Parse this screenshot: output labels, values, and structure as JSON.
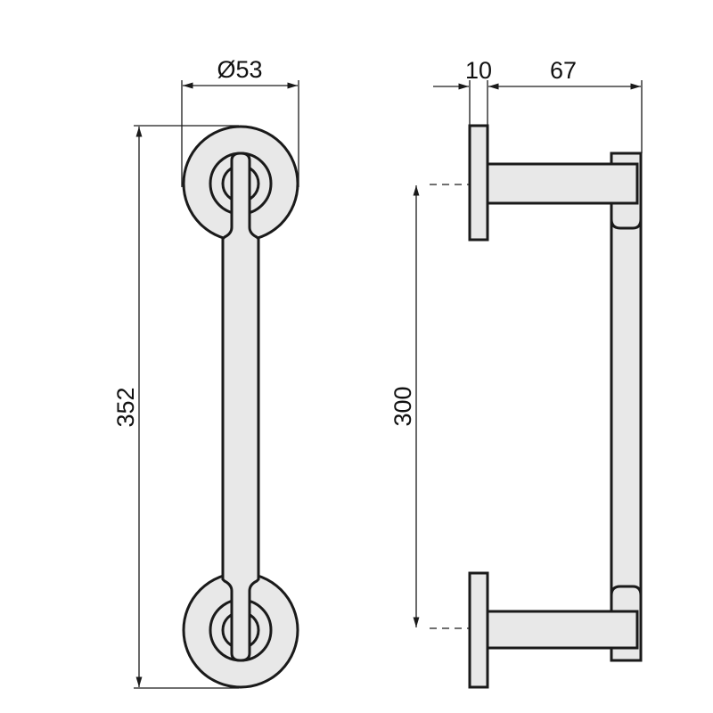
{
  "drawing": {
    "front_view": {
      "diameter_label": "Ø53",
      "length_label": "352"
    },
    "side_view": {
      "base_thickness_label": "10",
      "projection_label": "67",
      "center_distance_label": "300"
    }
  },
  "colors": {
    "part_fill": "#e8e8e8",
    "line": "#1a1a1a",
    "background": "#ffffff"
  }
}
